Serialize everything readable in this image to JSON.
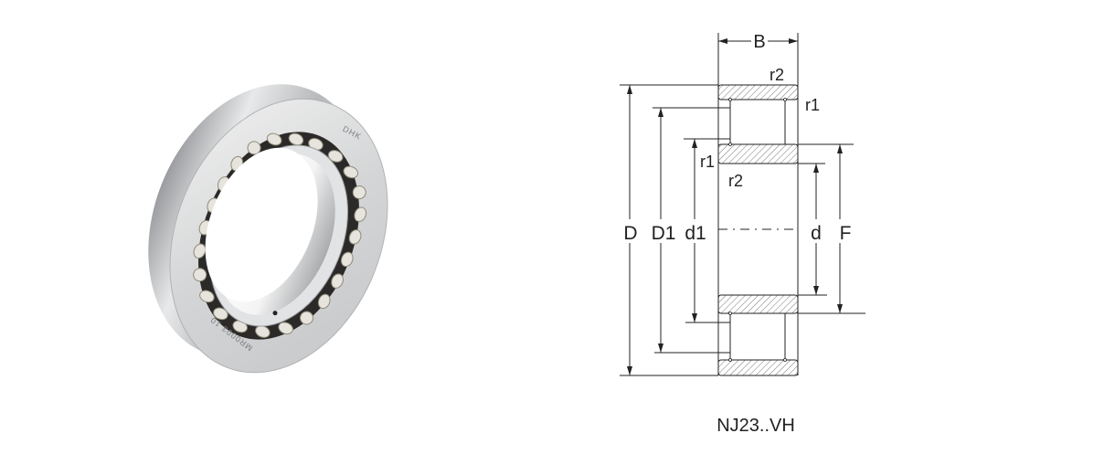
{
  "product_photo": {
    "brand_marking": "DHK",
    "part_marking": "MR0003 10"
  },
  "drawing": {
    "labels": {
      "B": "B",
      "r2_top": "r2",
      "r1_top": "r1",
      "r1_inner": "r1",
      "r2_inner": "r2",
      "D": "D",
      "D1": "D1",
      "d1": "d1",
      "d": "d",
      "F": "F"
    },
    "caption": "NJ23..VH"
  }
}
